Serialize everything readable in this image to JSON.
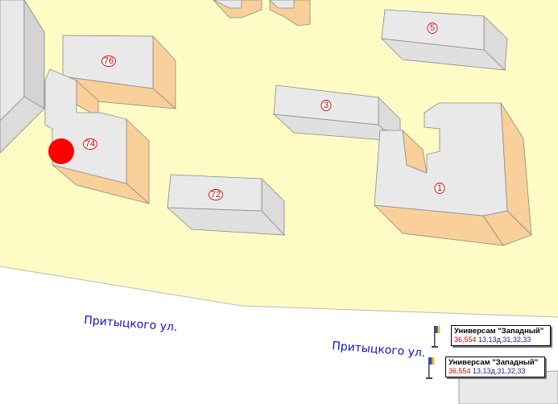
{
  "map": {
    "colors": {
      "ground": "#fefcc4",
      "road": "#ffffff",
      "road_edge": "#b0b0b0",
      "roof": "#e9e9e9",
      "wall_lit": "#f9cf9a",
      "wall_shade": "#dcdcdc",
      "marker": "#ff0000",
      "street_text": "#1010c8",
      "number_text": "#cc0000"
    },
    "buildings": [
      {
        "id": "b76",
        "number": "76"
      },
      {
        "id": "b74",
        "number": "74"
      },
      {
        "id": "b72",
        "number": "72"
      },
      {
        "id": "b3",
        "number": "3"
      },
      {
        "id": "b5",
        "number": "5"
      },
      {
        "id": "b1",
        "number": "1"
      }
    ],
    "streets": [
      {
        "label": "Притыцкого ул."
      },
      {
        "label": "Притыцкого ул."
      }
    ],
    "stops": [
      {
        "name": "Универсам \"Западный\"",
        "routes_red": "36,554",
        "routes_blue": "13,13д,31,32,33"
      },
      {
        "name": "Универсам \"Западный\"",
        "routes_red": "36,554",
        "routes_blue": "13,13д,31,32,33"
      }
    ],
    "marker": {
      "icon": "location-dot-icon"
    }
  }
}
